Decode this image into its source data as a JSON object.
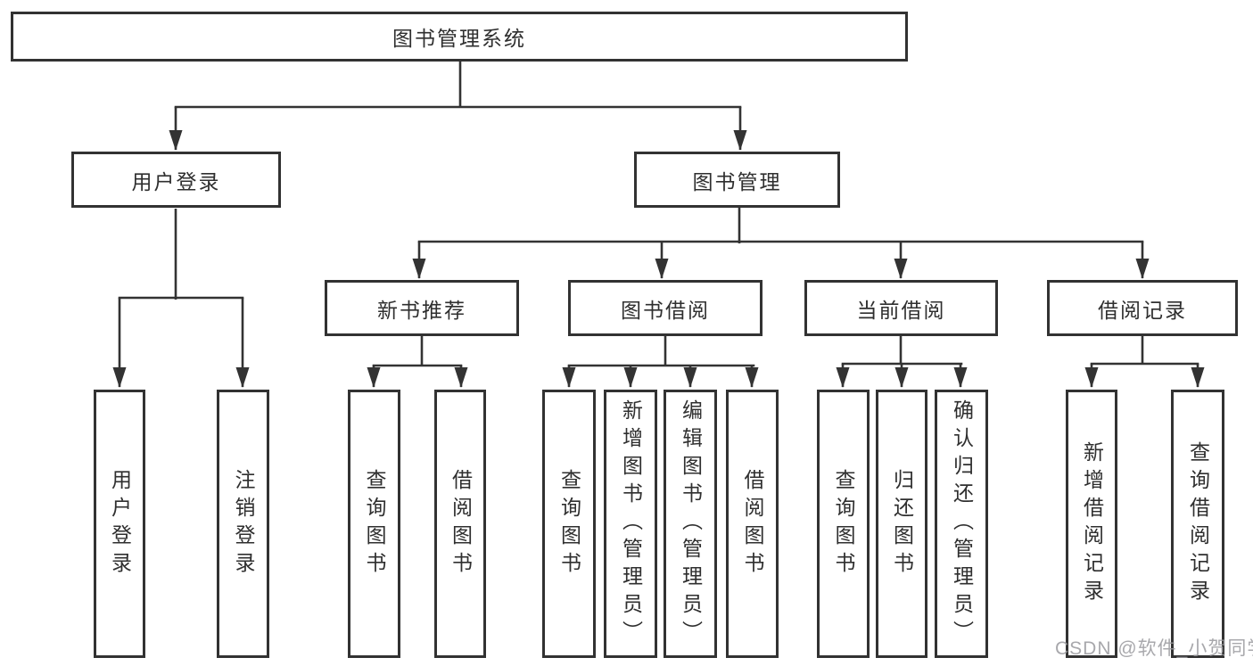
{
  "diagram": {
    "title": "图书管理系统",
    "branches": [
      {
        "label": "用户登录",
        "children": [
          "用户登录",
          "注销登录"
        ]
      },
      {
        "label": "图书管理",
        "sections": [
          {
            "label": "新书推荐",
            "children": [
              "查询图书",
              "借阅图书"
            ]
          },
          {
            "label": "图书借阅",
            "children": [
              "查询图书",
              "新增图书（管理员）",
              "编辑图书（管理员）",
              "借阅图书"
            ]
          },
          {
            "label": "当前借阅",
            "children": [
              "查询图书",
              "归还图书",
              "确认归还（管理员）"
            ]
          },
          {
            "label": "借阅记录",
            "children": [
              "新增借阅记录",
              "查询借阅记录"
            ]
          }
        ]
      }
    ]
  },
  "watermark": {
    "text": "CSDN @软件_小贺同学"
  },
  "colors": {
    "line": "#333333",
    "box_border": "#323232",
    "text": "#2f2f2f",
    "background": "#ffffff",
    "watermark": "#9a9a9e"
  }
}
